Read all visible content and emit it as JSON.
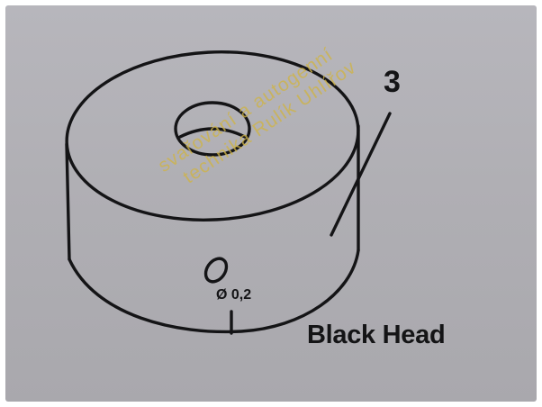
{
  "drawing": {
    "part_number": "3",
    "caption": "Black Head",
    "hole_diameter_label": "Ø 0,2"
  },
  "watermark": {
    "line1": "svařování a autogenní",
    "line2": "technika Rulík Uhlířov"
  },
  "colors": {
    "paper": "#b0afb4",
    "ink": "#141416",
    "watermark": "#ceb446"
  }
}
